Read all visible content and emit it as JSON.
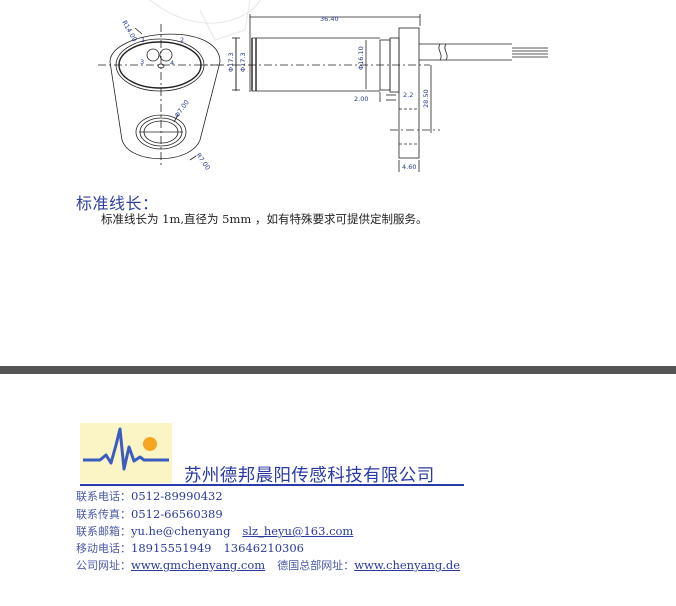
{
  "drawing": {
    "front_view": {
      "labels": {
        "top_radius": "R14.00",
        "pin_1": "1",
        "pin_2": "2",
        "pin_3": "3",
        "pin_4": "4",
        "hole_diameter": "Φ7.00",
        "bottom_radius": "R7.00",
        "body_diameter": "Φ17.3"
      }
    },
    "side_view": {
      "labels": {
        "total_length": "36.40",
        "body_diameter": "Φ17.3",
        "inner_diameter": "Φ16.10",
        "step": "2.00",
        "flange_gap": "2.2",
        "mount_distance": "28.50",
        "flange_thickness": "4.60"
      }
    }
  },
  "section": {
    "title": "标准线长：",
    "body": "标准线长为 1m,直径为 5mm ，如有特殊要求可提供定制服务。"
  },
  "footer": {
    "company_name": "苏州德邦晨阳传感科技有限公司",
    "logo_colors": {
      "background": "#fbf5c6",
      "wave": "#3a5bc0",
      "sun": "#f5a623"
    },
    "contacts": [
      {
        "label": "联系电话：",
        "value": "0512-89990432"
      },
      {
        "label": "联系传真：",
        "value": "0512-66560389"
      },
      {
        "label": "联系邮箱：",
        "value": "yu.he@chenyang",
        "value2": "slz_heyu@163.com"
      },
      {
        "label": "移动电话：",
        "value": "18915551949",
        "value2": "13646210306"
      },
      {
        "label": "公司网址：",
        "value": "www.gmchenyang.com",
        "label2": "德国总部网址：",
        "value2": "www.chenyang.de"
      }
    ]
  },
  "colors": {
    "accent": "#2a3aa6",
    "separator": "#555555"
  }
}
